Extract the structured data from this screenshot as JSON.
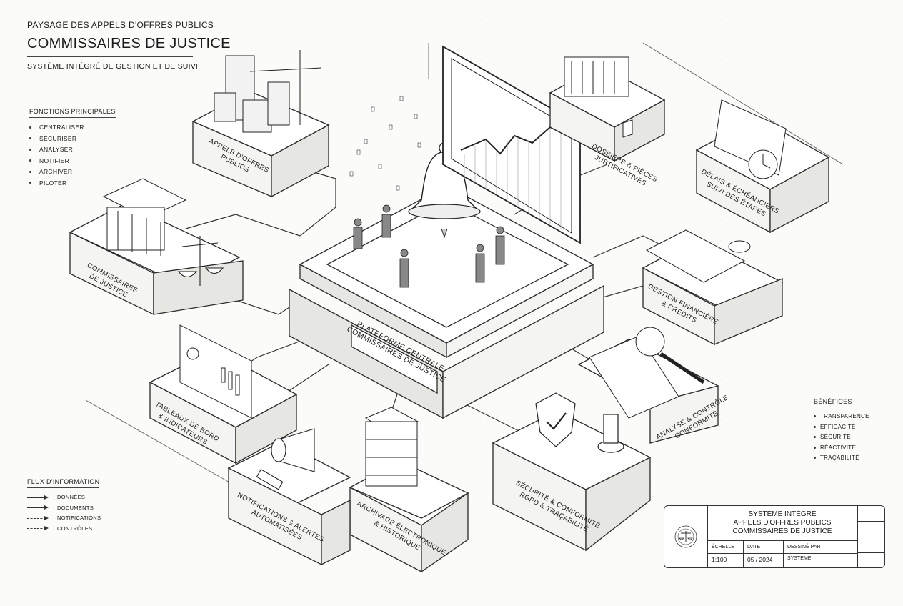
{
  "header": {
    "kicker": "PAYSAGE DES APPELS D'OFFRES PUBLICS",
    "title": "COMMISSAIRES DE JUSTICE",
    "subtitle": "SYSTÈME INTÉGRÉ DE GESTION ET DE SUIVI"
  },
  "functions": {
    "title": "FONCTIONS PRINCIPALES",
    "items": [
      "CENTRALISER",
      "SÉCURISER",
      "ANALYSER",
      "NOTIFIER",
      "ARCHIVER",
      "PILOTER"
    ]
  },
  "flows": {
    "title": "FLUX D'INFORMATION",
    "items": [
      "DONNÉES",
      "DOCUMENTS",
      "NOTIFICATIONS",
      "CONTRÔLES"
    ]
  },
  "benefits": {
    "title": "BÉNÉFICES",
    "items": [
      "TRANSPARENCE",
      "EFFICACITÉ",
      "SÉCURITÉ",
      "RÉACTIVITÉ",
      "TRAÇABILITÉ"
    ]
  },
  "modules": {
    "center": "PLATEFORME CENTRALE\nCOMMISSAIRES DE JUSTICE",
    "tenders": "APPELS D'OFFRES\nPUBLICS",
    "commissaires": "COMMISSAIRES\nDE JUSTICE",
    "dossiers": "DOSSIERS & PIÈCES\nJUSTIFICATIVES",
    "delais": "DÉLAIS & ÉCHÉANCIERS\nSUIVI DES ÉTAPES",
    "finance": "GESTION FINANCIÈRE\n& CRÉDITS",
    "dashboards": "TABLEAUX DE BORD\n& INDICATEURS",
    "analyse": "ANALYSE & CONTRÔLE\nCONFORMITÉ",
    "securite": "SÉCURITÉ & CONFORMITÉ\nRGPD & TRAÇABILITÉ",
    "archivage": "ARCHIVAGE ÉLECTRONIQUE\n& HISTORIQUE",
    "notifications": "NOTIFICATIONS & ALERTES\nAUTOMATISÉES"
  },
  "cartouche": {
    "line1": "SYSTÈME INTÉGRÉ",
    "line2": "APPELS D'OFFRES PUBLICS",
    "line3": "COMMISSAIRES DE JUSTICE",
    "scale_label": "ÉCHELLE",
    "scale": "1:100",
    "date_label": "DATE",
    "date": "05 / 2024",
    "drawn_label": "DESSINÉ PAR",
    "drawn": "SYSTEME"
  }
}
